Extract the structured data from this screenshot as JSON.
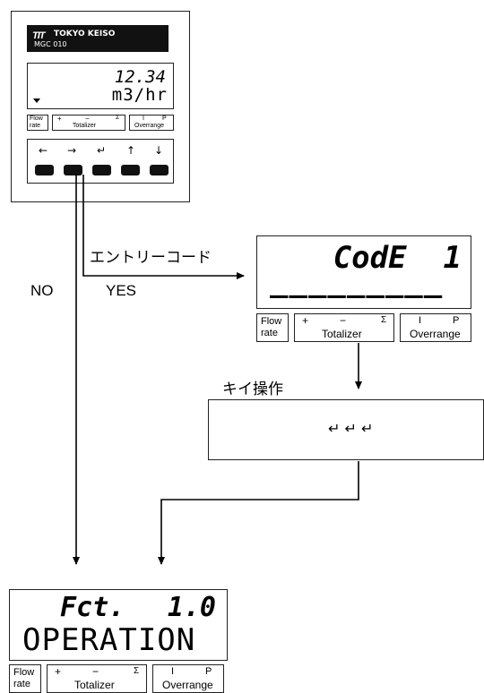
{
  "device": {
    "brand": "TOKYO KEISO",
    "model": "MGC 010",
    "display_value": "12.34",
    "display_unit": "m3/hr",
    "keys": [
      "←",
      "→",
      "↵",
      "↑",
      "↓"
    ]
  },
  "labels": {
    "flow_line1": "Flow",
    "flow_line2": "rate",
    "plus": "+",
    "minus": "−",
    "sigma": "Σ",
    "totalizer": "Totalizer",
    "i": "I",
    "p": "P",
    "overrange": "Overrange"
  },
  "flow": {
    "no_label": "NO",
    "yes_label": "YES",
    "entry_code_label": "エントリーコード",
    "key_operation_label": "キイ操作",
    "key_sequence": "↵ ↵ ↵"
  },
  "code_display": {
    "line1": "CodE  1",
    "line2": "_________"
  },
  "fct_display": {
    "fct": "Fct.",
    "number": "1.0",
    "line2": "OPERATION"
  }
}
